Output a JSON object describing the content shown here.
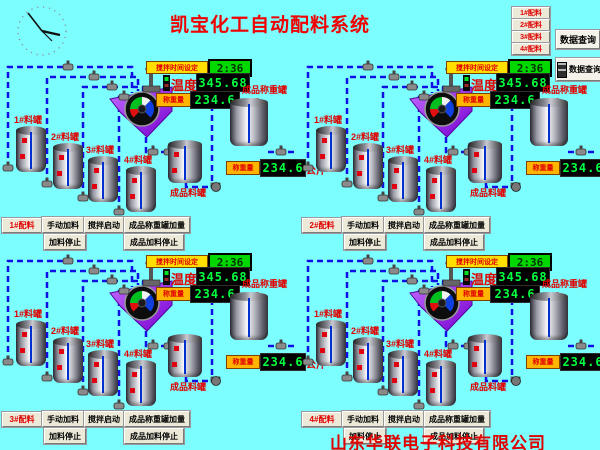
{
  "title": "凯宝化工自动配料系统",
  "company": "山东华联电子科技有限公司",
  "header": {
    "batch_buttons": [
      "1#配料",
      "2#配料",
      "3#配料",
      "4#配料"
    ],
    "query_label": "数据查询",
    "query_label2": "数据查询"
  },
  "process": {
    "stir_time_label": "搅拌时间设定",
    "stir_time_value": "2:36",
    "temperature_label": "温度",
    "temperature_value": "345.68",
    "weight_label": "称重量",
    "weight_value": "234.6",
    "weight_unit": "公斤",
    "tanks": [
      "1#料罐",
      "2#料罐",
      "3#料罐",
      "4#料罐"
    ],
    "product_tank_label": "成品料罐",
    "weigh_tank_label": "成品称重罐"
  },
  "controls": {
    "manual_feed": "手动加料",
    "stir_start": "搅拌启动",
    "weigh_tank_add": "成品称重罐加量",
    "feed_stop": "加料停止",
    "product_feed_stop": "成品加料停止"
  },
  "quadrants": [
    {
      "batch_label": "1#配料"
    },
    {
      "batch_label": "2#配料"
    },
    {
      "batch_label": "3#配料"
    },
    {
      "batch_label": "4#配料"
    }
  ],
  "colors": {
    "background": "#7CFEFE",
    "title_red": "#F00000",
    "pipe_blue": "#1010E6",
    "mixer_purple": "#8A2BE2",
    "lcd_green": "#00D800",
    "segment_green": "#00FF40",
    "label_yellow": "#FFDF00",
    "button_face": "#ECE9D8"
  }
}
